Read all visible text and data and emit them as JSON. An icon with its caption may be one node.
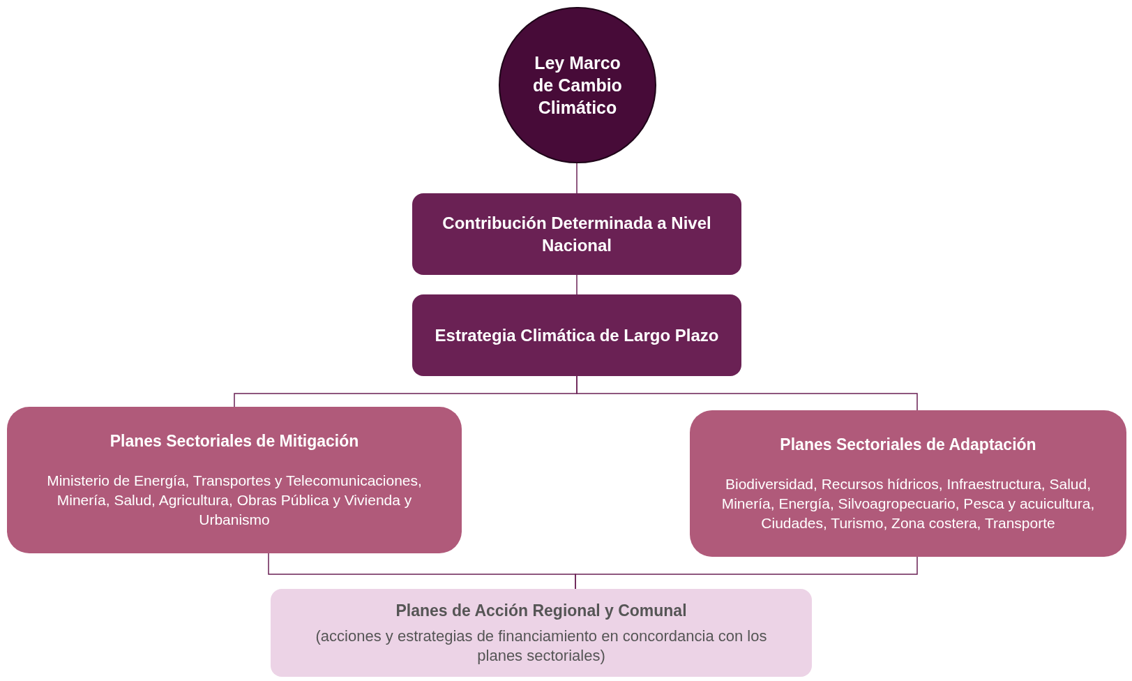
{
  "diagram": {
    "nodes": [
      {
        "text": [
          "Ley Marco de Cambio Climático"
        ]
      },
      {
        "text": [
          "Contribución Determinada a Nivel Nacional"
        ]
      },
      {
        "text": [
          "Estrategia Climática de Largo Plazo"
        ]
      },
      {
        "text": [
          "Planes Sectoriales de Mitigación",
          "Ministerio de Energía, Transportes y Telecomunicaciones, Minería, Salud, Agricultura, Obras Pública y Vivienda y Urbanismo"
        ]
      },
      {
        "text": [
          "Planes Sectoriales de Adaptación",
          "Biodiversidad, Recursos hídricos, Infraestructura, Salud, Minería, Energía, Silvoagropecuario, Pesca y acuicultura, Ciudades, Turismo, Zona costera, Transporte"
        ]
      },
      {
        "text": [
          "Planes de Acción Regional y Comunal",
          "(acciones y estrategias de financiamiento en concordancia con los planes sectoriales)"
        ]
      }
    ],
    "edges": [
      {
        "from": 0,
        "to": 1,
        "arrow": "none"
      },
      {
        "from": 1,
        "to": 2,
        "arrow": "none"
      },
      {
        "from": 2,
        "to": 3,
        "arrow": "none"
      },
      {
        "from": 2,
        "to": 4,
        "arrow": "none"
      },
      {
        "from": 3,
        "to": 5,
        "arrow": "none"
      },
      {
        "from": 4,
        "to": 5,
        "arrow": "none"
      }
    ]
  }
}
